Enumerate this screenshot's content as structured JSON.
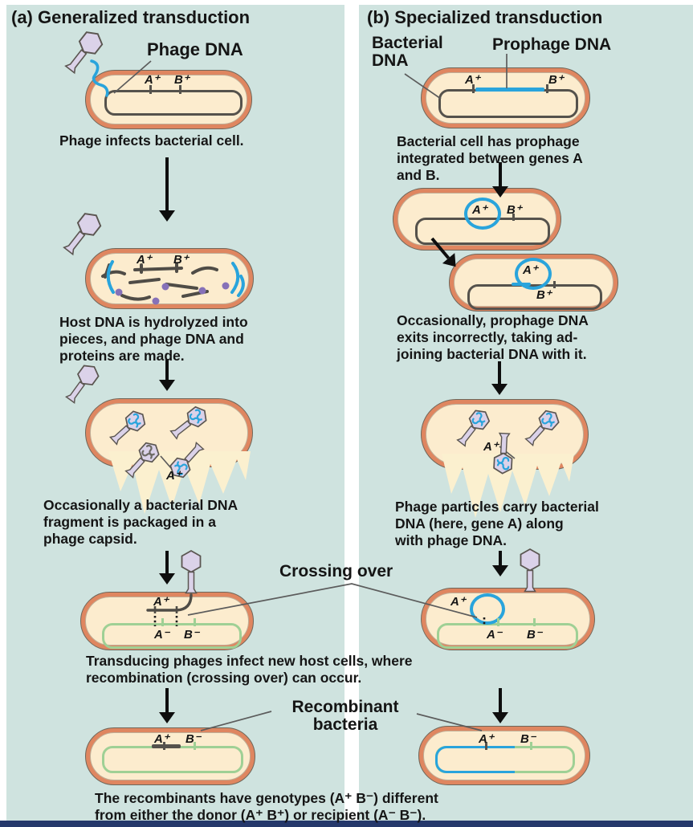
{
  "colors": {
    "background": "#cfe3df",
    "divider": "#ffffff",
    "bottom_bar": "#25386b",
    "cell_membrane": "#df8660",
    "cell_interior": "#fcecce",
    "phage_body": "#dbd2e9",
    "phage_dna_blue": "#29a4dc",
    "host_dna_gray": "#55524c",
    "recipient_dna_green": "#9fd095",
    "protein_dot_purple": "#8671b8",
    "text": "#151515"
  },
  "header_a": "(a) Generalized transduction",
  "header_b": "(b) Specialized transduction",
  "genes": {
    "a_plus": "A⁺",
    "b_plus": "B⁺",
    "a_minus": "A⁻",
    "b_minus": "B⁻"
  },
  "labels": {
    "phage_dna": "Phage DNA",
    "bacterial_dna": [
      "Bacterial",
      "DNA"
    ],
    "prophage_dna": "Prophage DNA",
    "crossing_over": "Crossing over",
    "recombinant": [
      "Recombinant",
      "bacteria"
    ]
  },
  "captions": {
    "a1": [
      "Phage infects bacterial cell."
    ],
    "a2": [
      "Host DNA is hydrolyzed into",
      "pieces, and phage DNA and",
      "proteins are made."
    ],
    "a3": [
      "Occasionally a bacterial DNA",
      "fragment is packaged in a",
      "phage capsid."
    ],
    "b1": [
      "Bacterial cell has prophage",
      "integrated between genes A",
      "and B."
    ],
    "b2": [
      "Occasionally, prophage DNA",
      "exits incorrectly, taking ad-",
      "joining bacterial DNA with it."
    ],
    "b3": [
      "Phage particles carry bacterial",
      "DNA (here, gene A) along",
      "with phage DNA."
    ],
    "mid": [
      "Transducing phages infect new host cells, where",
      "recombination (crossing over) can occur."
    ],
    "bottom": [
      "The recombinants have genotypes (A⁺ B⁻) different",
      "from either the donor (A⁺ B⁺) or recipient (A⁻ B⁻)."
    ]
  }
}
